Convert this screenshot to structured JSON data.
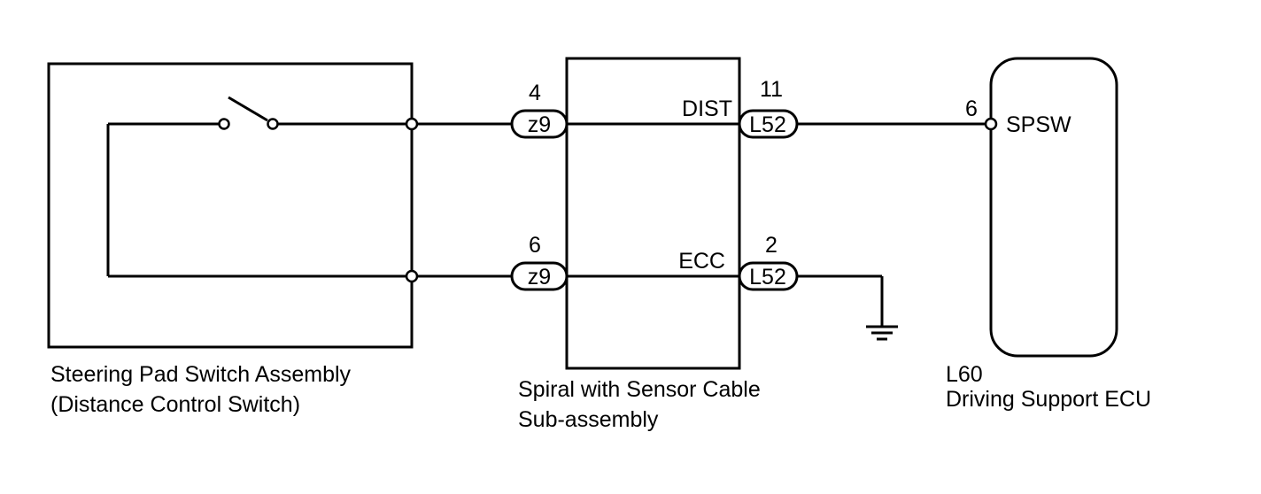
{
  "components": {
    "steering_pad": {
      "line1": "Steering Pad Switch Assembly",
      "line2": "(Distance Control Switch)"
    },
    "spiral": {
      "line1": "Spiral with Sensor Cable",
      "line2": "Sub-assembly",
      "pin_dist": "DIST",
      "pin_ecc": "ECC"
    },
    "ecu": {
      "code": "L60",
      "name": "Driving Support ECU",
      "pin_spsw": "SPSW"
    }
  },
  "connectors": {
    "z9_top": {
      "label": "z9",
      "pin": "4"
    },
    "z9_bottom": {
      "label": "z9",
      "pin": "6"
    },
    "l52_top": {
      "label": "L52",
      "pin": "11"
    },
    "l52_bottom": {
      "label": "L52",
      "pin": "2"
    },
    "ecu_pin": "6"
  }
}
